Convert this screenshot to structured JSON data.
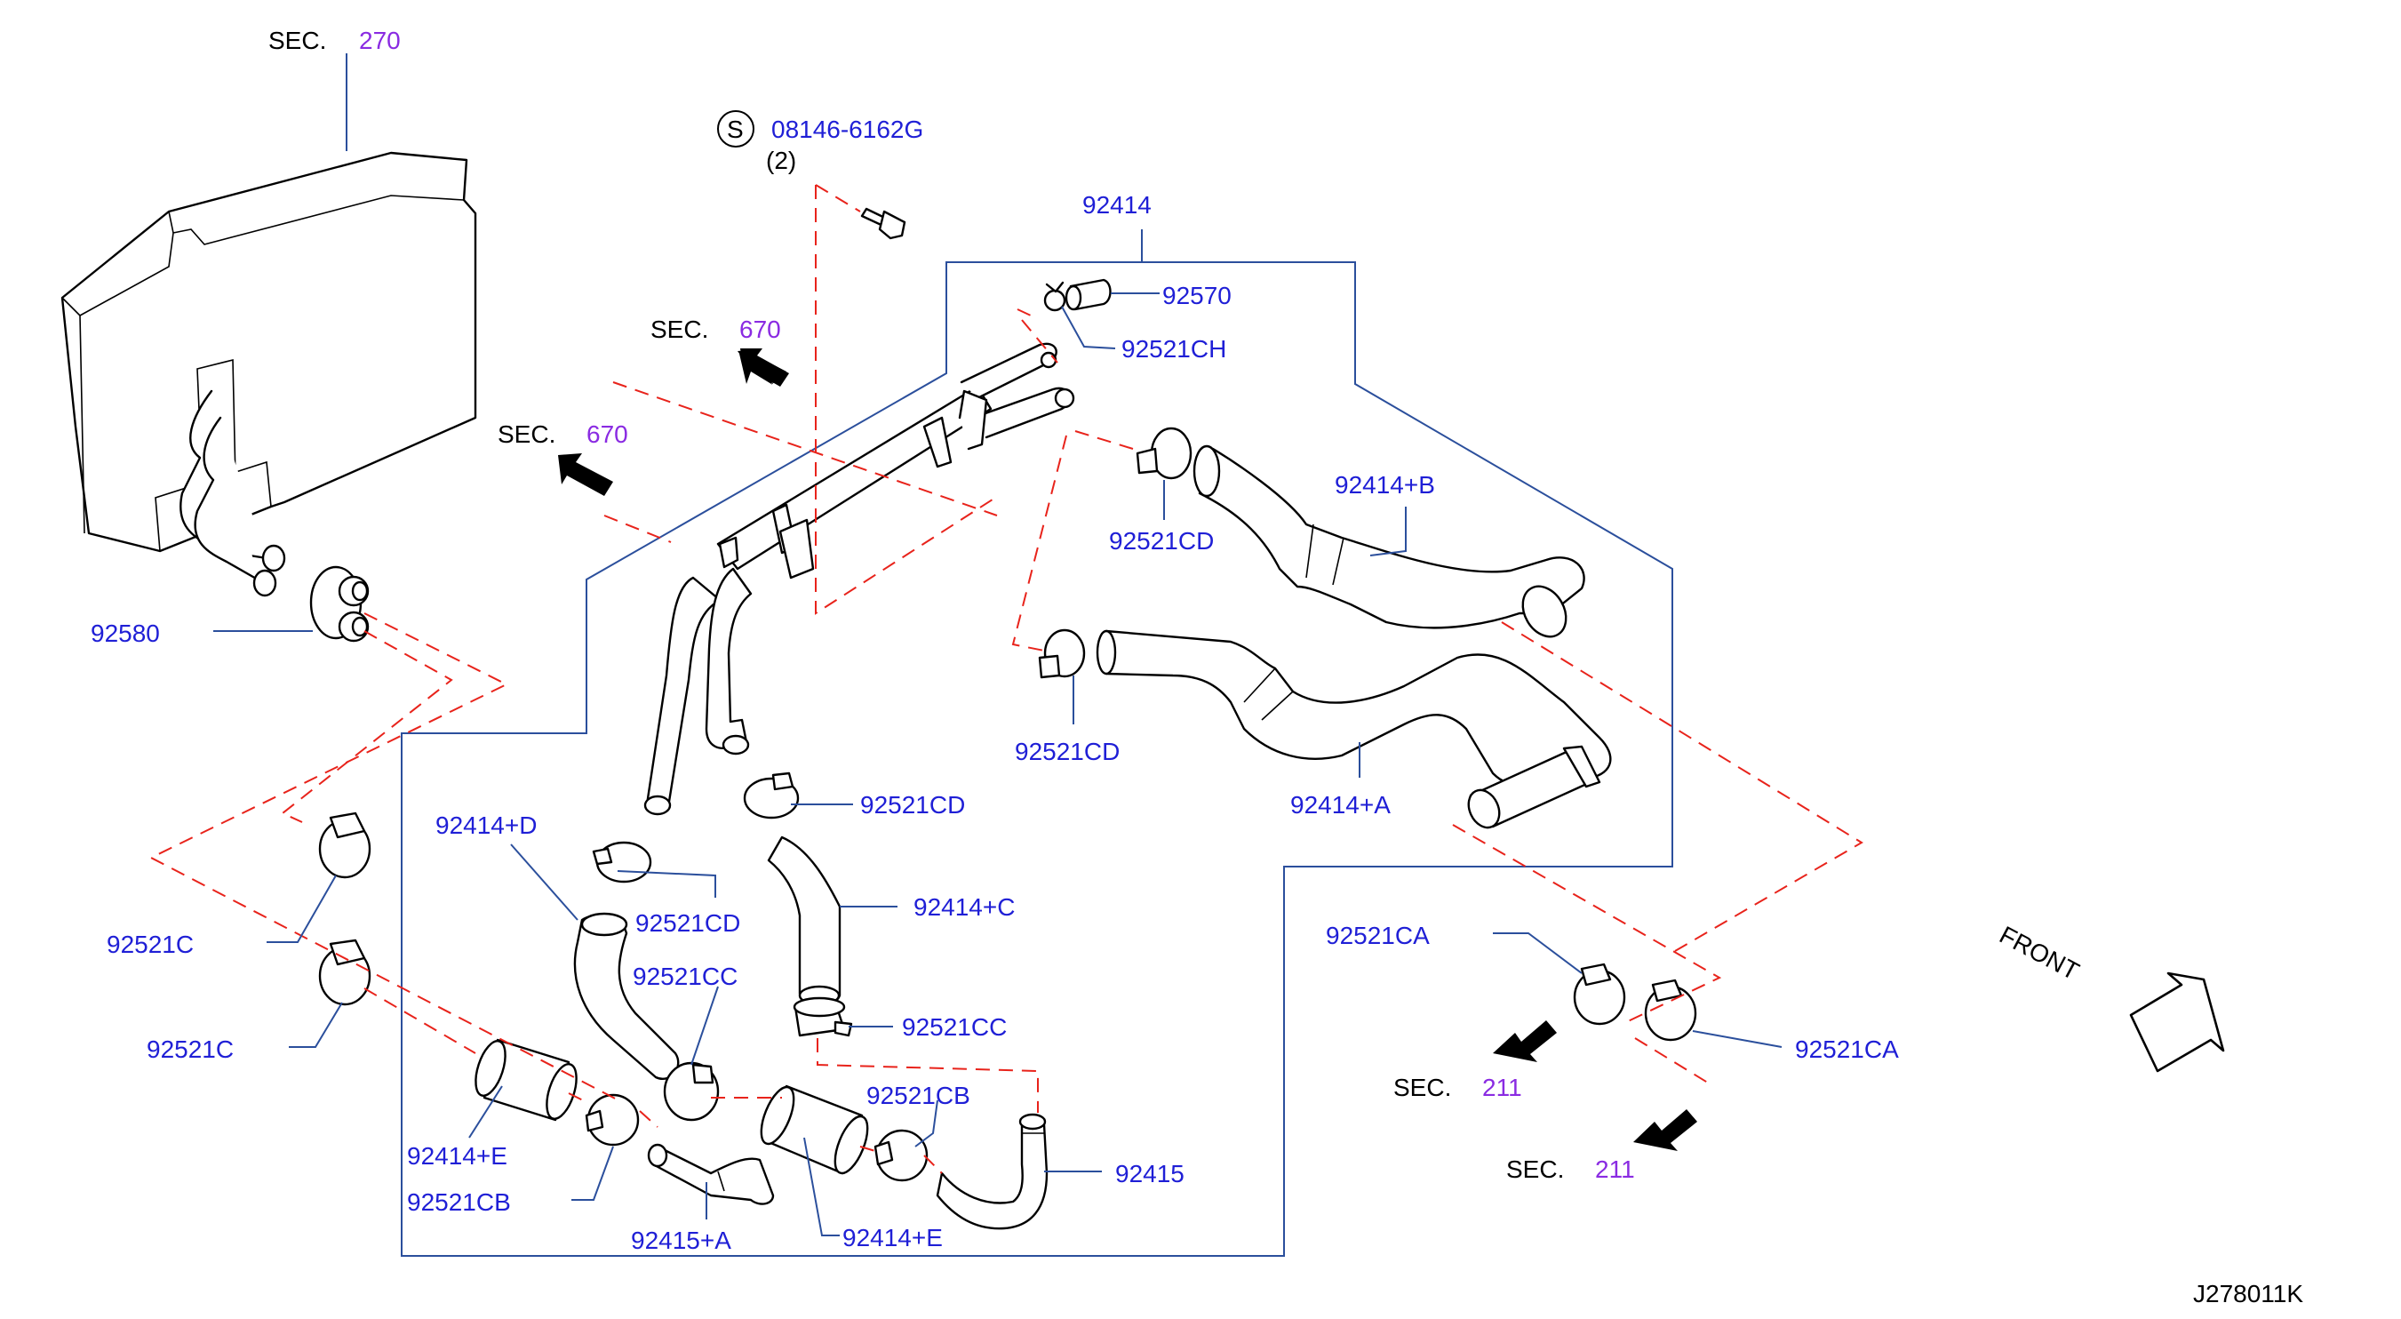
{
  "figure_code": "J278011K",
  "front_label": "FRONT",
  "sections": [
    {
      "id": "sec-270",
      "prefix": "SEC.",
      "number": "270"
    },
    {
      "id": "sec-670-a",
      "prefix": "SEC.",
      "number": "670"
    },
    {
      "id": "sec-670-b",
      "prefix": "SEC.",
      "number": "670"
    },
    {
      "id": "sec-211-a",
      "prefix": "SEC.",
      "number": "211"
    },
    {
      "id": "sec-211-b",
      "prefix": "SEC.",
      "number": "211"
    }
  ],
  "bolt": {
    "symbol": "S",
    "part_number": "08146-6162G",
    "quantity": "(2)"
  },
  "parts": {
    "p92414": "92414",
    "p92570": "92570",
    "p92521CH": "92521CH",
    "p92414B": "92414+B",
    "p92521CD_1": "92521CD",
    "p92521CD_2": "92521CD",
    "p92521CD_3": "92521CD",
    "p92521CD_4": "92521CD",
    "p92414A": "92414+A",
    "p92580": "92580",
    "p92414D": "92414+D",
    "p92414C": "92414+C",
    "p92521C_1": "92521C",
    "p92521C_2": "92521C",
    "p92521CC_1": "92521CC",
    "p92521CC_2": "92521CC",
    "p92521CB_1": "92521CB",
    "p92521CB_2": "92521CB",
    "p92414E_1": "92414+E",
    "p92414E_2": "92414+E",
    "p92415A": "92415+A",
    "p92415": "92415",
    "p92521CA_1": "92521CA",
    "p92521CA_2": "92521CA"
  }
}
